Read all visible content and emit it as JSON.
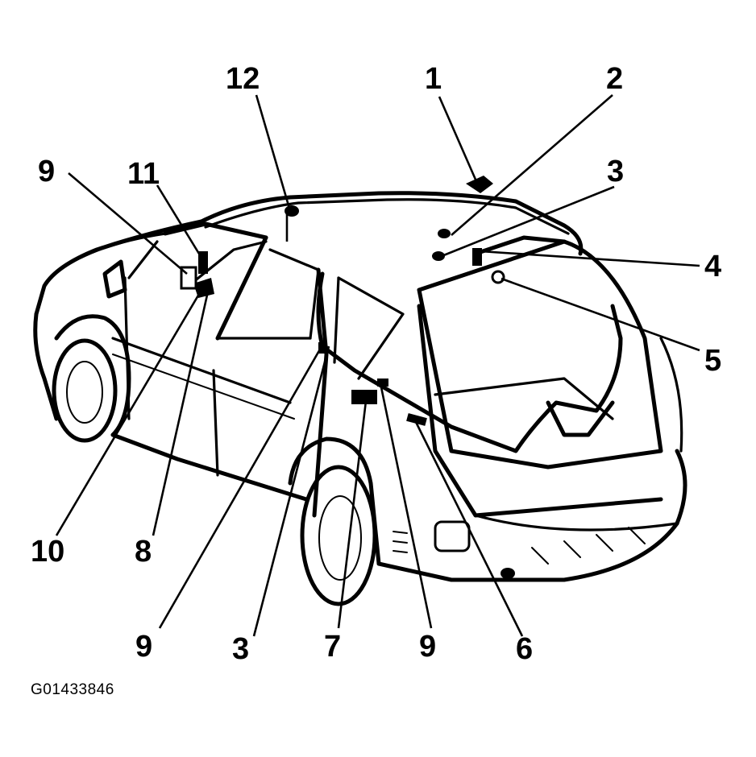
{
  "figure": {
    "id": "G01433846"
  },
  "callouts": [
    {
      "key": "c1",
      "label": "1"
    },
    {
      "key": "c2",
      "label": "2"
    },
    {
      "key": "c3",
      "label": "3"
    },
    {
      "key": "c4",
      "label": "4"
    },
    {
      "key": "c5",
      "label": "5"
    },
    {
      "key": "c6",
      "label": "6"
    },
    {
      "key": "c7",
      "label": "7"
    },
    {
      "key": "c8",
      "label": "8"
    },
    {
      "key": "c9",
      "label": "9"
    },
    {
      "key": "c10",
      "label": "10"
    },
    {
      "key": "c11",
      "label": "11"
    },
    {
      "key": "c12",
      "label": "12"
    },
    {
      "key": "c9b",
      "label": "9"
    },
    {
      "key": "c3b",
      "label": "3"
    },
    {
      "key": "c7b",
      "label": "7"
    },
    {
      "key": "c9c",
      "label": "9"
    },
    {
      "key": "c6b",
      "label": "6"
    }
  ]
}
